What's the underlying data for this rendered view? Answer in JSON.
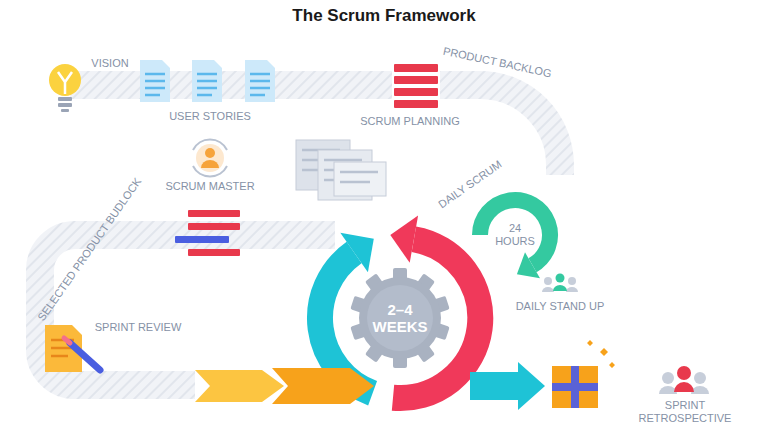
{
  "diagram": {
    "title": "The Scrum Framework",
    "nodes": [
      {
        "text": [
          "2–4 WEEKS"
        ]
      }
    ],
    "labels": [
      "VISION",
      "USER STORIES",
      "PRODUCT BACKLOG",
      "SCRUM PLANNING",
      "SCRUM MASTER",
      "DAILY SCRUM",
      "24 HOURS",
      "SELECTED PRODUCT BUDLOCK",
      "DAILY STAND UP",
      "SPRINT REVIEW",
      "SPRINT RETROSPECTIVE"
    ]
  }
}
